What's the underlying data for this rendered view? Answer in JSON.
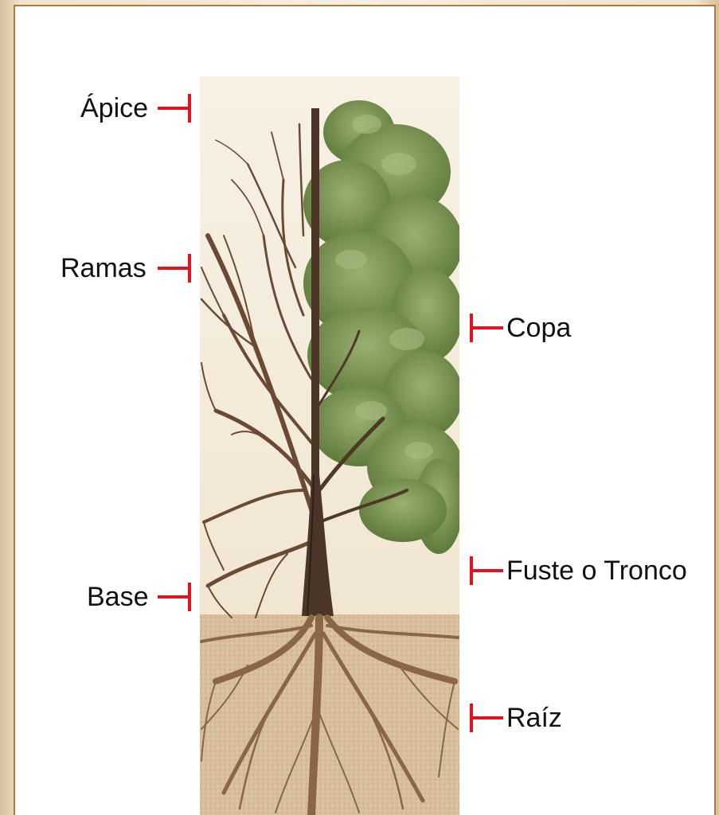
{
  "labels": {
    "apice": "Ápice",
    "ramas": "Ramas",
    "base": "Base",
    "copa": "Copa",
    "fuste": "Fuste o Tronco",
    "raiz": "Raíz"
  },
  "colors": {
    "arrow": "#e0141c",
    "panel_border": "#b07a3c",
    "sky": "#f6f0e2",
    "soil": "#d6bc98",
    "foliage": "#7f9a55",
    "trunk": "#4a3526"
  }
}
